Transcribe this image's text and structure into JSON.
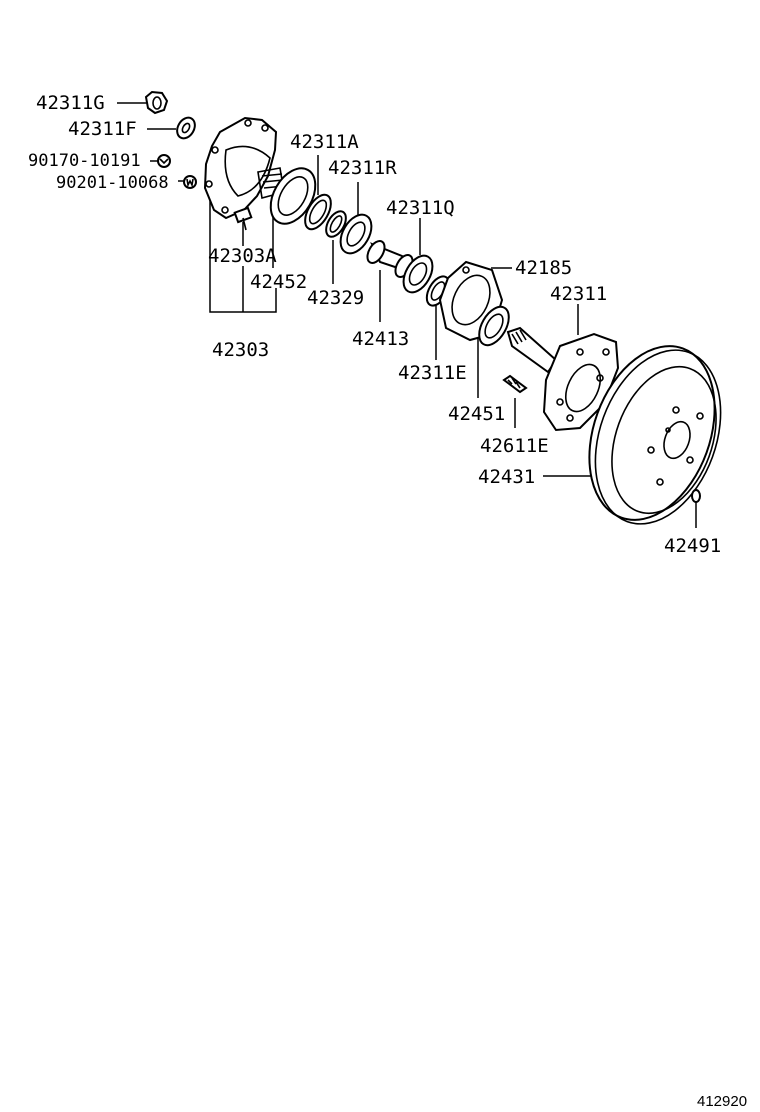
{
  "diagram": {
    "parts": {
      "p42311G": "42311G",
      "p42311F": "42311F",
      "p90170": "90170-10191",
      "p90201": "90201-10068",
      "p42311A": "42311A",
      "p42311R": "42311R",
      "p42311Q": "42311Q",
      "p42185": "42185",
      "p42311": "42311",
      "p42303A": "42303A",
      "p42452": "42452",
      "p42329": "42329",
      "p42413": "42413",
      "p42311E": "42311E",
      "p42451": "42451",
      "p42611E": "42611E",
      "p42431": "42431",
      "p42491": "42491",
      "p42303": "42303"
    },
    "reference_code": "412920"
  }
}
